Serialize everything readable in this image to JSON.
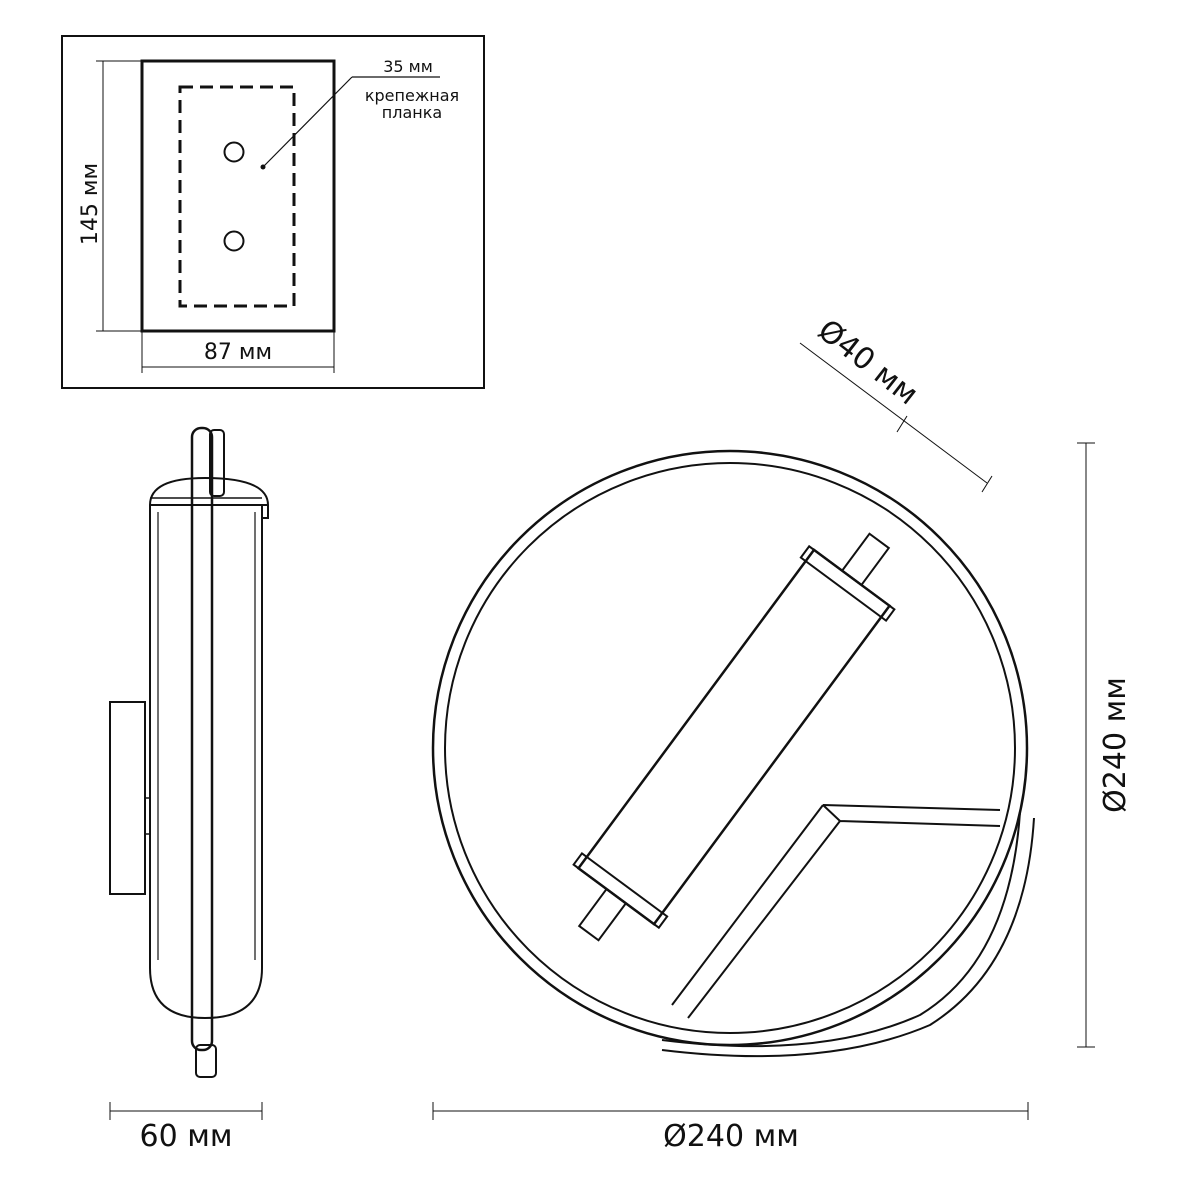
{
  "mount_plate": {
    "height": "145 мм",
    "width": "87 мм",
    "depth": "35 мм",
    "caption_line1": "крепежная",
    "caption_line2": "планка"
  },
  "side_view": {
    "depth": "60 мм"
  },
  "front_view": {
    "tube_diameter": "Ø40 мм",
    "height_diameter": "Ø240 мм",
    "width_diameter": "Ø240 мм"
  }
}
